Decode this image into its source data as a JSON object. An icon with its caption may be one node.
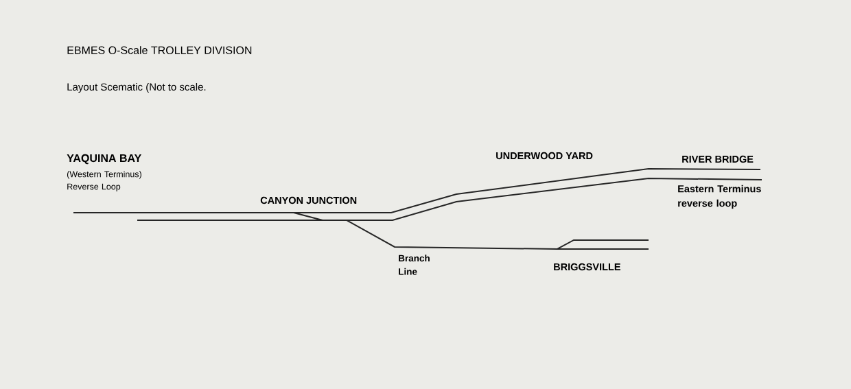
{
  "diagram": {
    "title": "EBMES O-Scale TROLLEY DIVISION",
    "labels": [
      "Layout Scematic (Not to scale.",
      "YAQUINA BAY",
      "(Western Terminus) Reverse Loop",
      "CANYON JUNCTION",
      "UNDERWOOD YARD",
      "RIVER BRIDGE",
      "Eastern Terminus reverse loop",
      "Branch Line",
      "BRIGGSVILLE"
    ]
  }
}
